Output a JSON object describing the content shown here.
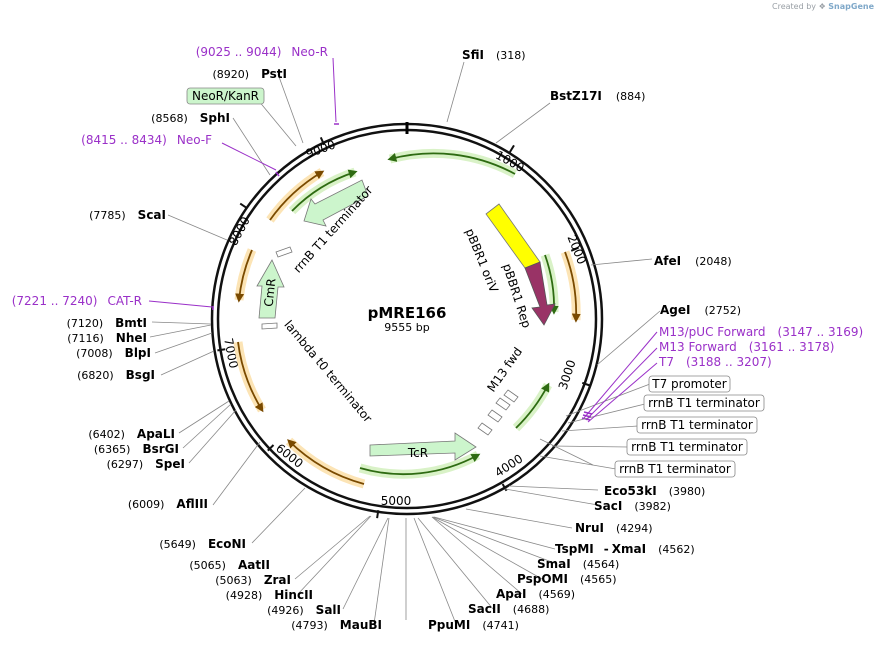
{
  "watermark": {
    "prefix": "Created by",
    "brand": "SnapGene"
  },
  "plasmid": {
    "name": "pMRE166",
    "size": "9555 bp"
  },
  "ring_ticks": [
    "1000",
    "2000",
    "3000",
    "4000",
    "5000",
    "6000",
    "7000",
    "8000",
    "9000"
  ],
  "sites": [
    {
      "name": "SfiI",
      "pos": "(318)"
    },
    {
      "name": "BstZ17I",
      "pos": "(884)"
    },
    {
      "name": "AfeI",
      "pos": "(2048)"
    },
    {
      "name": "AgeI",
      "pos": "(2752)"
    },
    {
      "name": "Eco53kI",
      "pos": "(3980)"
    },
    {
      "name": "SacI",
      "pos": "(3982)"
    },
    {
      "name": "NruI",
      "pos": "(4294)"
    },
    {
      "name": "TspMI",
      "sep": "-",
      "name2": "XmaI",
      "pos": "(4562)"
    },
    {
      "name": "SmaI",
      "pos": "(4564)"
    },
    {
      "name": "PspOMI",
      "pos": "(4565)"
    },
    {
      "name": "ApaI",
      "pos": "(4569)"
    },
    {
      "name": "SacII",
      "pos": "(4688)"
    },
    {
      "name": "PpuMI",
      "pos": "(4741)"
    },
    {
      "name": "MauBI",
      "pos": "(4793)"
    },
    {
      "name": "SalI",
      "pos": "(4926)"
    },
    {
      "name": "HincII",
      "pos": "(4928)"
    },
    {
      "name": "ZraI",
      "pos": "(5063)"
    },
    {
      "name": "AatII",
      "pos": "(5065)"
    },
    {
      "name": "EcoNI",
      "pos": "(5649)"
    },
    {
      "name": "AflIII",
      "pos": "(6009)"
    },
    {
      "name": "SpeI",
      "pos": "(6297)"
    },
    {
      "name": "BsrGI",
      "pos": "(6365)"
    },
    {
      "name": "ApaLI",
      "pos": "(6402)"
    },
    {
      "name": "BsgI",
      "pos": "(6820)"
    },
    {
      "name": "BlpI",
      "pos": "(7008)"
    },
    {
      "name": "NheI",
      "pos": "(7116)"
    },
    {
      "name": "BmtI",
      "pos": "(7120)"
    },
    {
      "name": "ScaI",
      "pos": "(7785)"
    },
    {
      "name": "SphI",
      "pos": "(8568)"
    },
    {
      "name": "PstI",
      "pos": "(8920)"
    }
  ],
  "primers": [
    {
      "range": "(9025 .. 9044)",
      "name": "Neo-R"
    },
    {
      "range": "(8415 .. 8434)",
      "name": "Neo-F"
    },
    {
      "range": "(7221 .. 7240)",
      "name": "CAT-R"
    },
    {
      "name": "M13/pUC Forward",
      "range": "(3147 .. 3169)"
    },
    {
      "name": "M13 Forward",
      "range": "(3161 .. 3178)"
    },
    {
      "name": "T7",
      "range": "(3188 .. 3207)"
    }
  ],
  "boxed": {
    "neor": "NeoR/KanR",
    "t7promoter": "T7 promoter",
    "terminators": [
      "rrnB T1 terminator",
      "rrnB T1 terminator",
      "rrnB T1 terminator",
      "rrnB T1 terminator"
    ]
  },
  "features": {
    "pbbr1_oriv": "pBBR1 oriV",
    "pbbr1_rep": "pBBR1 Rep",
    "m13fwd": "M13 fwd",
    "tcr": "TcR",
    "cmr": "CmR",
    "rrnb_inner": "rrnB T1 terminator",
    "lambda": "lambda t0 terminator"
  },
  "colors": {
    "primer": "#9a30c8",
    "orange_feature": "#f5a623",
    "green_feature": "#4ca728",
    "yellow_ori": "#ffff00",
    "rep_cds": "#993366",
    "box_green": "#ccf5cc"
  }
}
